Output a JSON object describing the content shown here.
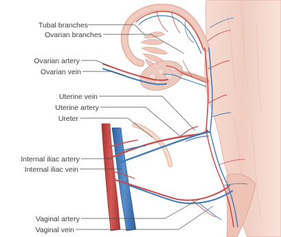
{
  "labels": {
    "tubal_branches": "Tubal branches",
    "ovarian_branches": "Ovarian branches",
    "ovarian_artery": "Ovarian artery",
    "ovarian_vein": "Ovarian vein",
    "uterine_vein": "Uterine vein",
    "uterine_artery": "Uterine artery",
    "ureter": "Ureter",
    "internal_iliac_artery": "Internal iliac artery",
    "internal_iliac_vein": "Internal iliac vein",
    "vaginal_artery": "Vaginal artery",
    "vaginal_vein": "Vaginal vein"
  },
  "colors": {
    "artery": "#c84a4a",
    "vein": "#3f78b8",
    "uterus_tissue": "#f2cfc4",
    "ovary_tissue": "#ecc9bd",
    "ureter": "#f1d4c6"
  }
}
